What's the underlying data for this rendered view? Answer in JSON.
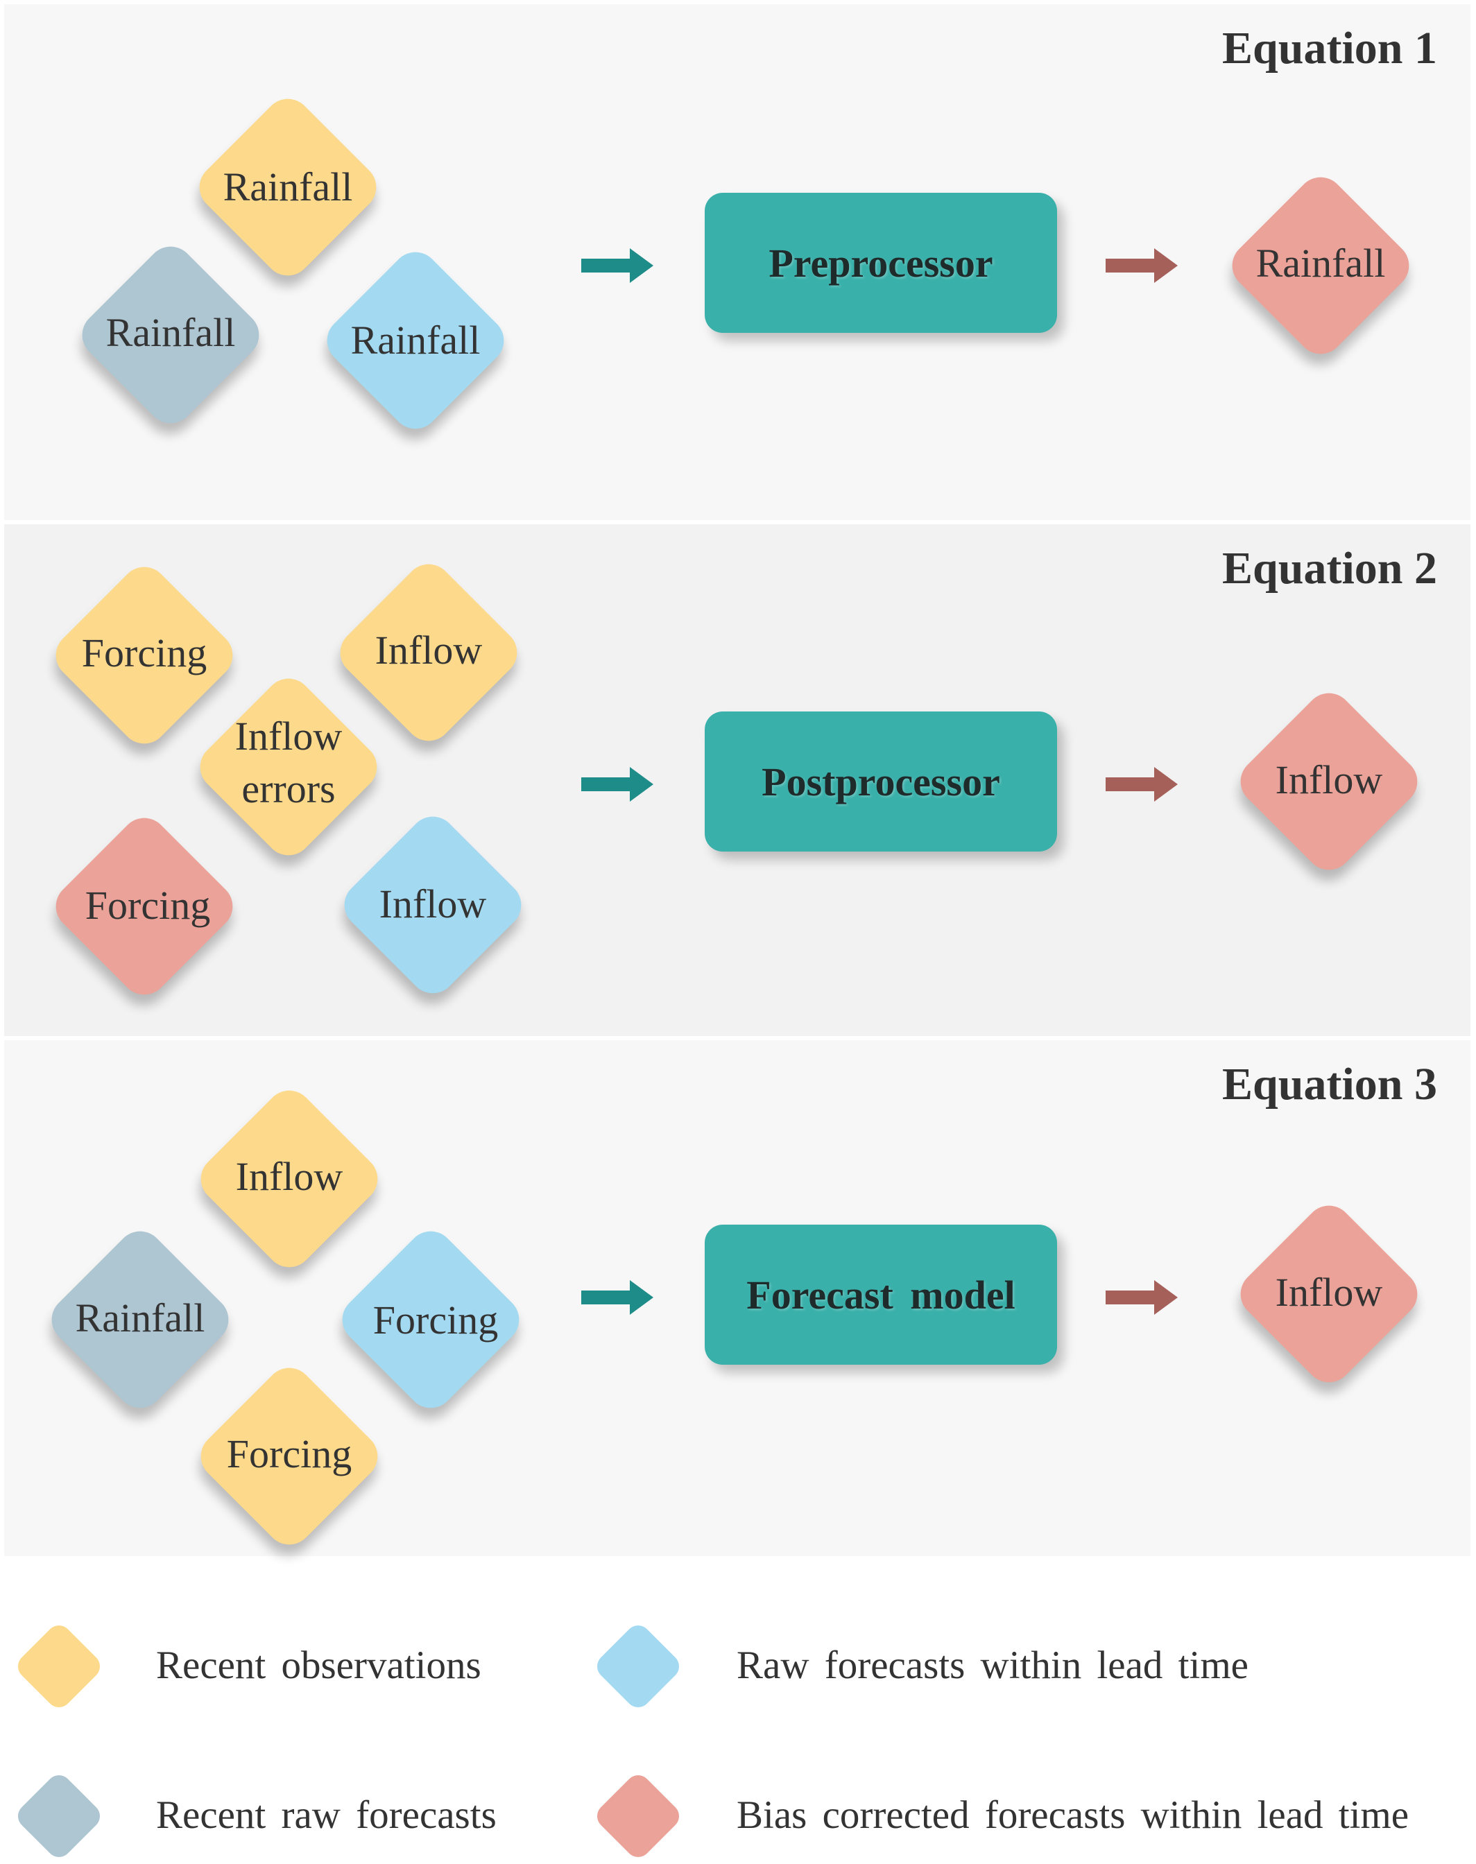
{
  "colors": {
    "recent_observations": "#FDDA8B",
    "raw_forecasts": "#A3DAF1",
    "recent_raw_forecasts": "#AEC5D2",
    "bias_corrected": "#EBA298",
    "processor": "#3AB0AA",
    "panel_light": "#F7F7F7",
    "panel_dark": "#F2F2F2",
    "arrow_in": "#1E8C88",
    "arrow_out": "#A5605A"
  },
  "panels": [
    {
      "title": "Equation 1",
      "processor": "Preprocessor",
      "inputs": [
        {
          "label": "Rainfall",
          "kind": "recent_observations"
        },
        {
          "label": "Rainfall",
          "kind": "recent_raw_forecasts"
        },
        {
          "label": "Rainfall",
          "kind": "raw_forecasts"
        }
      ],
      "output": {
        "label": "Rainfall",
        "kind": "bias_corrected"
      }
    },
    {
      "title": "Equation 2",
      "processor": "Postprocessor",
      "inputs": [
        {
          "label": "Forcing",
          "kind": "recent_observations"
        },
        {
          "label": "Inflow",
          "kind": "recent_observations"
        },
        {
          "label": "Inflow errors",
          "kind": "recent_observations"
        },
        {
          "label": "Forcing",
          "kind": "bias_corrected"
        },
        {
          "label": "Inflow",
          "kind": "raw_forecasts"
        }
      ],
      "output": {
        "label": "Inflow",
        "kind": "bias_corrected"
      }
    },
    {
      "title": "Equation 3",
      "processor": "Forecast model",
      "inputs": [
        {
          "label": "Inflow",
          "kind": "recent_observations"
        },
        {
          "label": "Rainfall",
          "kind": "recent_raw_forecasts"
        },
        {
          "label": "Forcing",
          "kind": "raw_forecasts"
        },
        {
          "label": "Forcing",
          "kind": "recent_observations"
        }
      ],
      "output": {
        "label": "Inflow",
        "kind": "bias_corrected"
      }
    }
  ],
  "legend": [
    {
      "label": "Recent observations",
      "kind": "recent_observations"
    },
    {
      "label": "Raw forecasts within lead time",
      "kind": "raw_forecasts"
    },
    {
      "label": "Recent raw forecasts",
      "kind": "recent_raw_forecasts"
    },
    {
      "label": "Bias corrected forecasts within lead time",
      "kind": "bias_corrected"
    }
  ]
}
